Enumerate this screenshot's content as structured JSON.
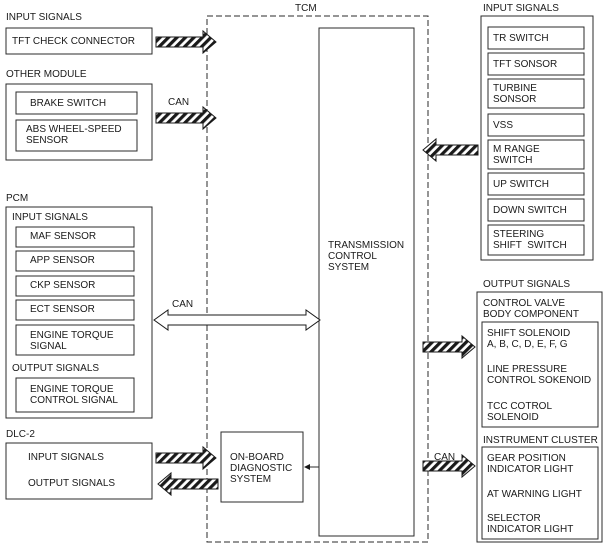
{
  "tcm": {
    "title": "TCM",
    "system_label": "TRANSMISSION\nCONTROL\nSYSTEM",
    "obd_label": "ON-BOARD\nDIAGNOSTIC\nSYSTEM"
  },
  "left": {
    "input_signals": {
      "header": "INPUT SIGNALS",
      "tft_check_connector": "TFT CHECK CONNECTOR"
    },
    "other_module": {
      "header": "OTHER MODULE",
      "brake_switch": "BRAKE SWITCH",
      "abs_sensor": "ABS WHEEL-SPEED\nSENSOR",
      "can_label": "CAN"
    },
    "pcm": {
      "header": "PCM",
      "input_header": "INPUT SIGNALS",
      "inputs": [
        "MAF SENSOR",
        "APP SENSOR",
        "CKP SENSOR",
        "ECT SENSOR",
        "ENGINE TORQUE\nSIGNAL"
      ],
      "output_header": "OUTPUT SIGNALS",
      "engine_torque_control": "ENGINE TORQUE\nCONTROL SIGNAL",
      "can_label": "CAN"
    },
    "dlc2": {
      "header": "DLC-2",
      "input_signals": "INPUT SIGNALS",
      "output_signals": "OUTPUT SIGNALS"
    }
  },
  "right": {
    "input_signals": {
      "header": "INPUT SIGNALS",
      "items": [
        "TR SWITCH",
        "TFT SONSOR",
        "TURBINE\nSONSOR",
        "VSS",
        "M RANGE\nSWITCH",
        "UP SWITCH",
        "DOWN SWITCH",
        "STEERING\nSHIFT  SWITCH"
      ]
    },
    "output_signals": {
      "header": "OUTPUT SIGNALS",
      "control_valve_header": "CONTROL VALVE\nBODY COMPONENT",
      "shift_solenoid": "SHIFT SOLENOID\nA, B, C, D, E, F, G",
      "line_pressure": "LINE PRESSURE\nCONTROL SOKENOID",
      "tcc_control": "TCC COTROL\nSOLENOID",
      "instrument_cluster_header": "INSTRUMENT CLUSTER",
      "gear_position": "GEAR POSITION\nINDICATOR LIGHT",
      "at_warning": "AT WARNING LIGHT",
      "selector_indicator": "SELECTOR\nINDICATOR LIGHT",
      "can_label": "CAN"
    }
  },
  "colors": {
    "line": "#2b2b2b",
    "hatch": "#1a1a1a",
    "background": "#ffffff"
  }
}
